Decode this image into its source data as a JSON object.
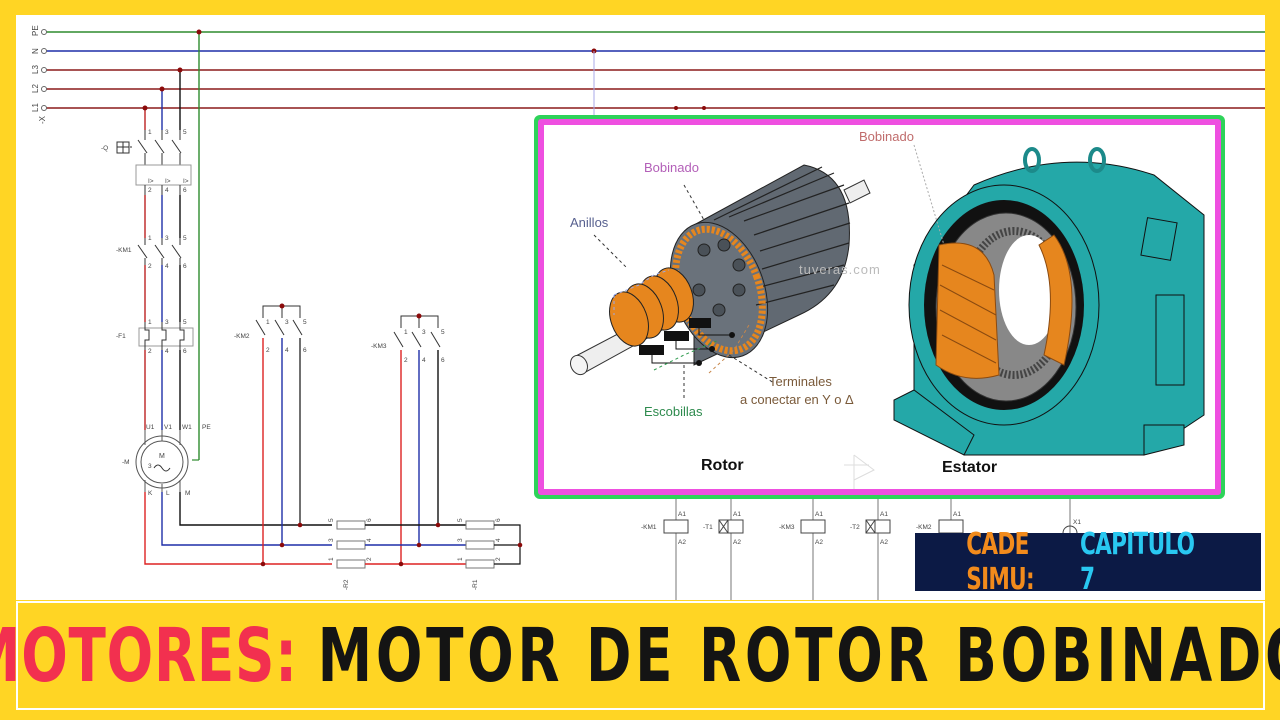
{
  "thumbnail": {
    "background_color": "#FFD524",
    "title": {
      "prefix": "MOTORES:",
      "prefix_color": "#F2304F",
      "main": "MOTOR DE ROTOR BOBINADO",
      "main_color": "#141414"
    },
    "badge": {
      "left": "CADE SIMU:",
      "left_color": "#F28B1C",
      "right": "CAPITULO 7",
      "right_color": "#29C8F1",
      "background": "#0C1A45"
    }
  },
  "schematic": {
    "supply_terminal": "-X",
    "bus_lines": [
      {
        "label": "PE",
        "color": "#2E8B2E"
      },
      {
        "label": "N",
        "color": "#1F2FA8"
      },
      {
        "label": "L3",
        "color": "#8B1A1A"
      },
      {
        "label": "L2",
        "color": "#8B1A1A"
      },
      {
        "label": "L1",
        "color": "#8B1A1A"
      }
    ],
    "breaker": {
      "tag": "-Q",
      "top_pins": [
        "1",
        "3",
        "5"
      ],
      "bottom_pins": [
        "2",
        "4",
        "6"
      ],
      "trip_symbols": [
        "I>",
        "I>",
        "I>"
      ]
    },
    "contactor_km1": {
      "tag": "-KM1",
      "top_pins": [
        "1",
        "3",
        "5"
      ],
      "bottom_pins": [
        "2",
        "4",
        "6"
      ]
    },
    "thermal_relay": {
      "tag": "-F1",
      "top_pins": [
        "1",
        "3",
        "5"
      ],
      "bottom_pins": [
        "2",
        "4",
        "6"
      ]
    },
    "motor": {
      "tag": "-M",
      "symbol": "M",
      "phases": "3",
      "ac": "~",
      "stator_pins": [
        "U1",
        "V1",
        "W1",
        "PE"
      ],
      "rotor_pins": [
        "K",
        "L",
        "M"
      ]
    },
    "contactor_km2": {
      "tag": "-KM2",
      "top_pins": [
        "1",
        "3",
        "5"
      ],
      "bottom_pins": [
        "2",
        "4",
        "6"
      ]
    },
    "contactor_km3": {
      "tag": "-KM3",
      "top_pins": [
        "1",
        "3",
        "5"
      ],
      "bottom_pins": [
        "2",
        "4",
        "6"
      ]
    },
    "resistor_r2": {
      "tag": "-R2",
      "pins": [
        [
          "5",
          "6"
        ],
        [
          "3",
          "4"
        ],
        [
          "1",
          "2"
        ]
      ]
    },
    "resistor_r1": {
      "tag": "-R1",
      "pins": [
        [
          "5",
          "6"
        ],
        [
          "3",
          "4"
        ],
        [
          "1",
          "2"
        ]
      ]
    },
    "control_coils": [
      {
        "tag": "-KM1",
        "a1": "A1",
        "a2": "A2",
        "type": "coil"
      },
      {
        "tag": "-T1",
        "a1": "A1",
        "a2": "A2",
        "type": "timer-coil"
      },
      {
        "tag": "-KM3",
        "a1": "A1",
        "a2": "A2",
        "type": "coil"
      },
      {
        "tag": "-T2",
        "a1": "A1",
        "a2": "A2",
        "type": "timer-coil"
      },
      {
        "tag": "-KM2",
        "a1": "A1",
        "a2": "A2",
        "type": "coil"
      }
    ],
    "lamp": {
      "tag": "X1"
    }
  },
  "illustration": {
    "frame_outer_color": "#2ED35A",
    "frame_inner_color": "#EE4FE0",
    "rotor": {
      "caption": "Rotor",
      "labels": {
        "bobinado": "Bobinado",
        "anillos": "Anillos",
        "escobillas": "Escobillas",
        "terminales_1": "Terminales",
        "terminales_2": "a conectar en Y o Δ"
      },
      "watermark": "tuveras.com"
    },
    "stator": {
      "caption": "Estator",
      "labels": {
        "bobinado": "Bobinado"
      }
    }
  }
}
